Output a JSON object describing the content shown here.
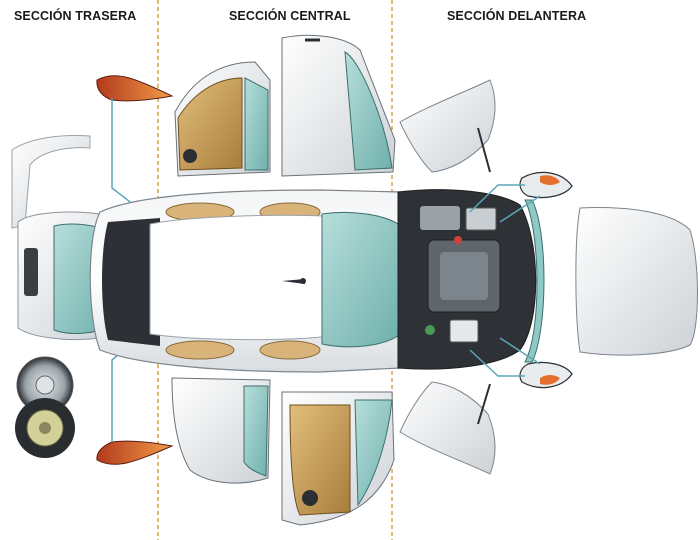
{
  "sections": {
    "rear": "SECCIÓN TRASERA",
    "center": "SECCIÓN CENTRAL",
    "front": "SECCIÓN DELANTERA"
  },
  "colors": {
    "divider": "#d9a441",
    "callout_line": "#5aa6b8",
    "glass": "#8fc9c6",
    "door_trim": "#c9a15a",
    "seat": "#d8b47a",
    "body_shadow": "#cfd4d8",
    "taillight": "#e3702c"
  }
}
